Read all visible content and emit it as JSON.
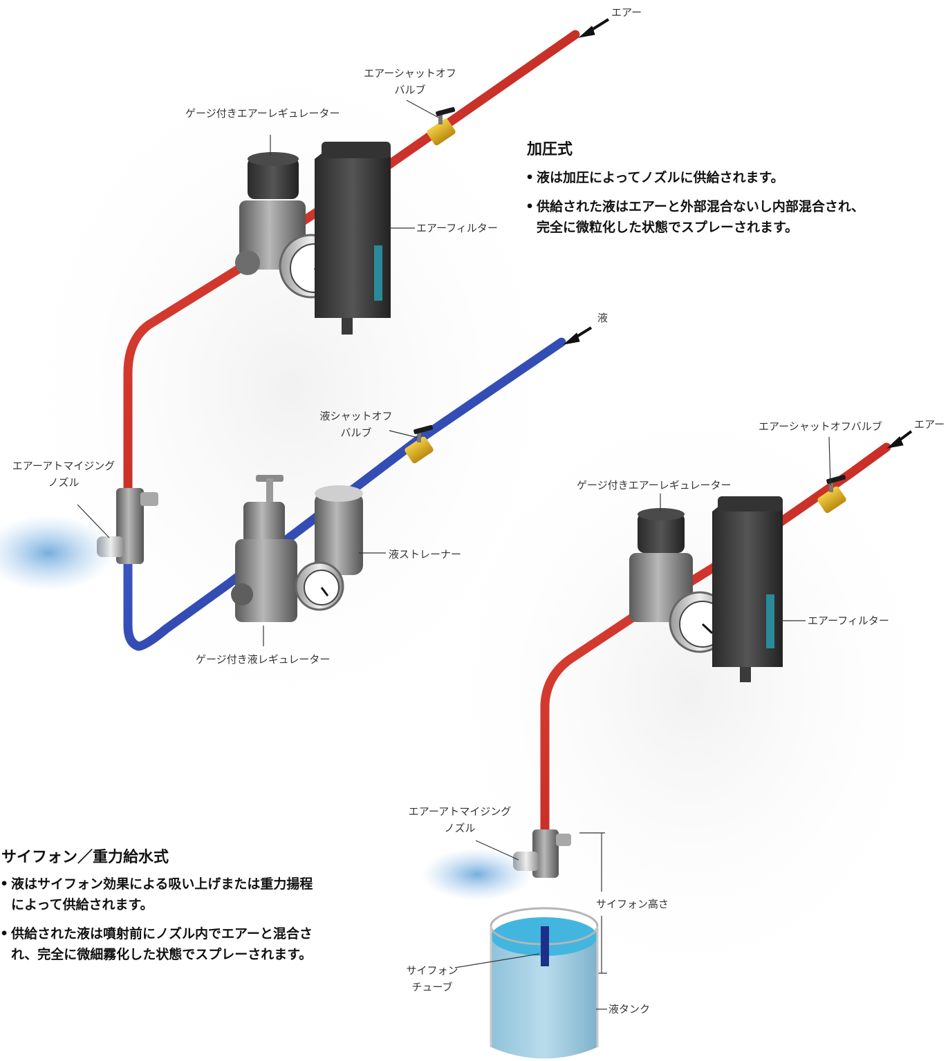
{
  "colors": {
    "air_pipe": "#d32424",
    "liquid_pipe": "#2b47b8",
    "valve": "#e3b21c",
    "component_body": "#7e7e7e",
    "filter_body": "#3a3a3a",
    "tank_liquid": "#3fb6e2",
    "spray": "#6aa8dc"
  },
  "pressure_system": {
    "heading": "加圧式",
    "bullets": [
      "液は加圧によってノズルに供給されます。",
      "供給された液はエアーと外部混合ないし内部混合され、\n完全に微粒化した状態でスプレーされます。"
    ],
    "labels": {
      "air_inlet": "エアー",
      "air_shutoff_valve": "エアーシャットオフ\nバルブ",
      "air_regulator": "ゲージ付きエアーレギュレーター",
      "air_filter": "エアーフィルター",
      "liquid_inlet": "液",
      "liquid_shutoff_valve": "液シャットオフ\nバルブ",
      "nozzle": "エアーアトマイジング\nノズル",
      "liquid_strainer": "液ストレーナー",
      "liquid_regulator": "ゲージ付き液レギュレーター"
    }
  },
  "siphon_system": {
    "heading": "サイフォン／重力給水式",
    "bullets": [
      "液はサイフォン効果による吸い上げまたは重力揚程\nによって供給されます。",
      "供給された液は噴射前にノズル内でエアーと混合さ\nれ、完全に微細霧化した状態でスプレーされます。"
    ],
    "labels": {
      "air_inlet": "エアー",
      "air_shutoff_valve": "エアーシャットオフバルブ",
      "air_regulator": "ゲージ付きエアーレギュレーター",
      "air_filter": "エアーフィルター",
      "nozzle": "エアーアトマイジング\nノズル",
      "siphon_height": "サイフォン高さ",
      "siphon_tube": "サイフォン\nチューブ",
      "liquid_tank": "液タンク"
    }
  }
}
